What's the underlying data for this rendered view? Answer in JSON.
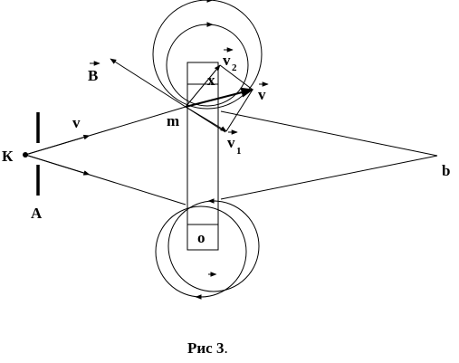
{
  "figure": {
    "labels": {
      "cathode": "К",
      "diaphragm": "А",
      "beam_speed": "v",
      "field": "B",
      "deflection_point": "m",
      "offset": "x",
      "velocity": "v",
      "velocity_1": "v",
      "velocity_1_sub": "1",
      "velocity_2": "v",
      "velocity_2_sub": "2",
      "focus_point": "b",
      "wire_label": "o"
    },
    "caption": {
      "main": "Рис 3",
      "period": "."
    }
  },
  "colors": {
    "ink": "#000000",
    "background": "#ffffff"
  }
}
